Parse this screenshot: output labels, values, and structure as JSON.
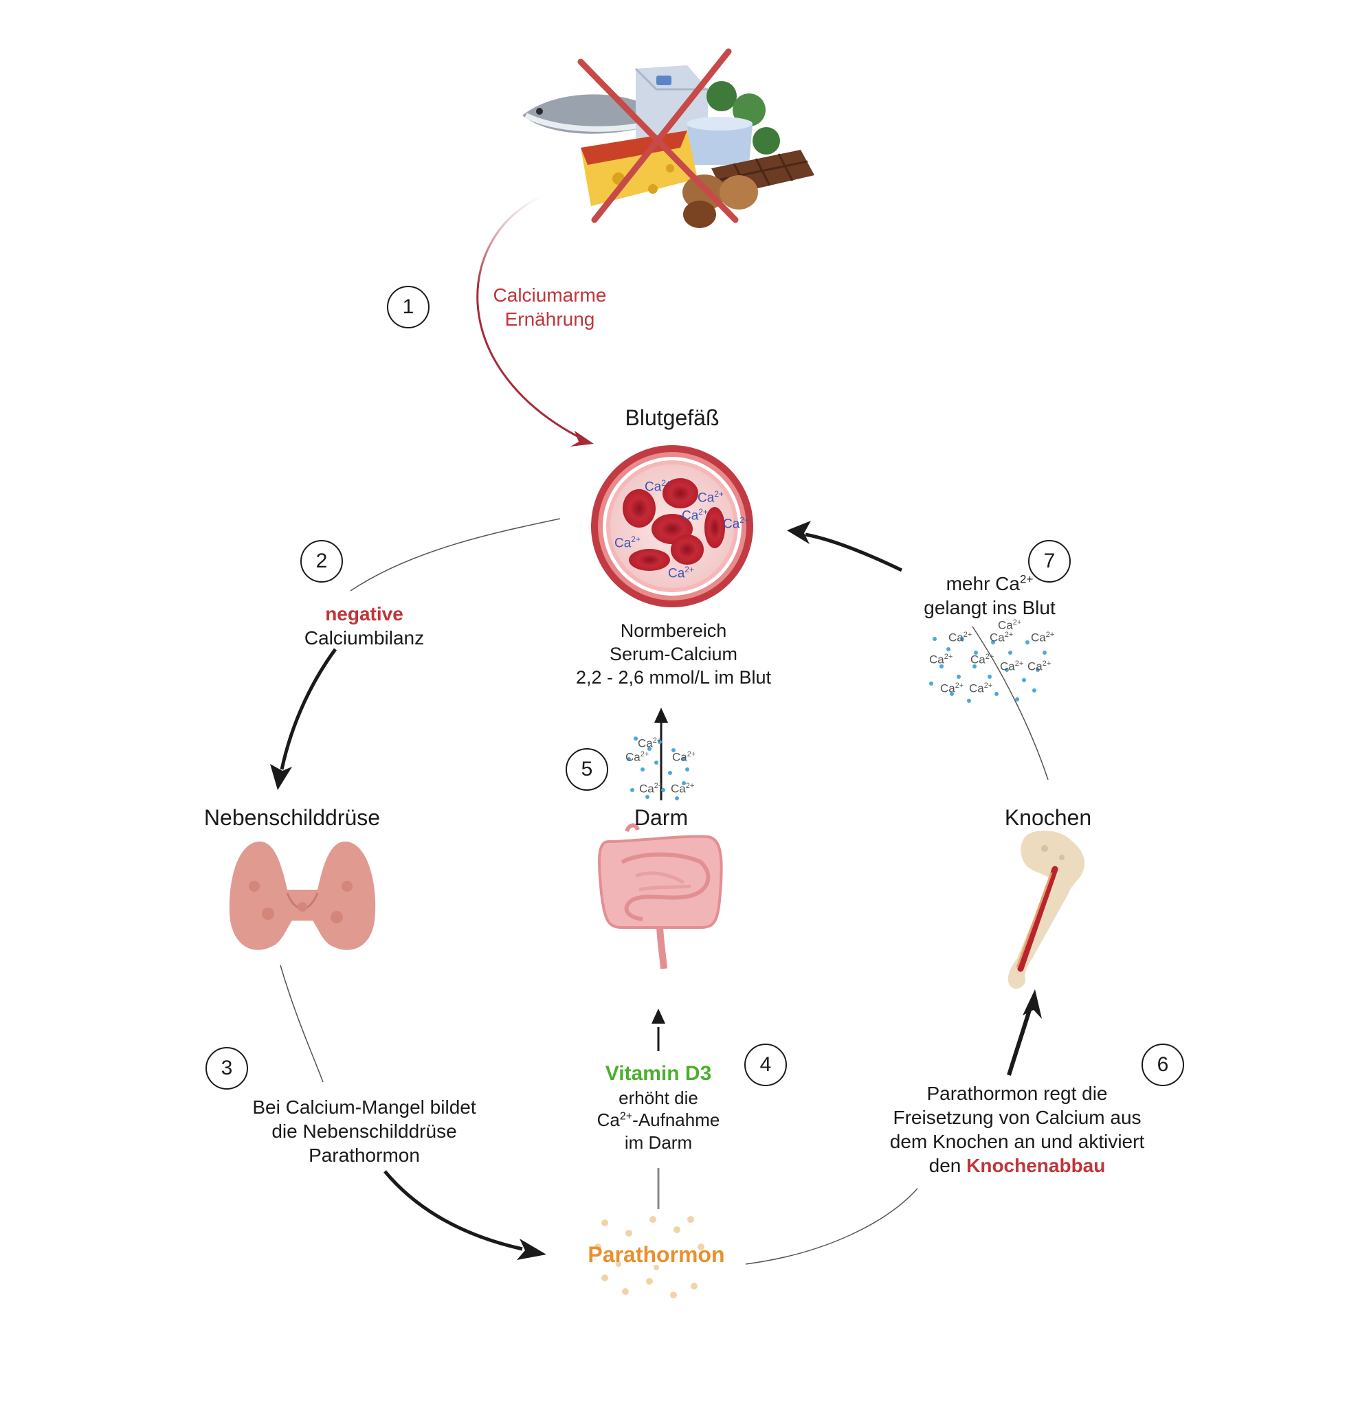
{
  "colors": {
    "diet_arrow": "#a62b36",
    "arrow": "#1a1a1a",
    "red_text": "#c0353a",
    "green_text": "#4caf2f",
    "orange_text": "#e8902e",
    "ion_dot": "#4ba9d8"
  },
  "steps": {
    "s1": "1",
    "s2": "2",
    "s3": "3",
    "s4": "4",
    "s5": "5",
    "s6": "6",
    "s7": "7"
  },
  "diet": {
    "label_line1": "Calciumarme",
    "label_line2": "Ernährung",
    "food_icons": [
      "fish-icon",
      "cheese-icon",
      "milk-carton-icon",
      "yogurt-icon",
      "greens-icon",
      "chocolate-icon",
      "nuts-icon",
      "cross-out-icon"
    ]
  },
  "blood": {
    "title": "Blutgefäß",
    "norm_line1": "Normbereich",
    "norm_line2": "Serum-Calcium",
    "norm_line3": "2,2 - 2,6 mmol/L im Blut",
    "ion": "Ca",
    "ion_charge": "2+"
  },
  "balance": {
    "label_bold": "negative",
    "label_rest": "Calciumbilanz"
  },
  "parathyroid": {
    "title": "Nebenschilddrüse"
  },
  "step3": {
    "line1": "Bei Calcium-Mangel bildet",
    "line2": "die Nebenschilddrüse",
    "line3": "Parathormon"
  },
  "hormone": {
    "label": "Parathormon"
  },
  "vitd": {
    "title": "Vitamin D3",
    "line1": "erhöht die",
    "line2_pre": "Ca",
    "line2_sup": "2+",
    "line2_post": "-Aufnahme",
    "line3": "im Darm"
  },
  "intestine": {
    "title": "Darm"
  },
  "bone": {
    "title": "Knochen"
  },
  "step6": {
    "line1": "Parathormon regt die",
    "line2": "Freisetzung von Calcium aus",
    "line3": "dem Knochen an und aktiviert",
    "line4_pre": "den",
    "line4_bold": "Knochenabbau"
  },
  "step7": {
    "line1_pre": "mehr Ca",
    "line1_sup": "2+",
    "line2": "gelangt ins Blut"
  }
}
